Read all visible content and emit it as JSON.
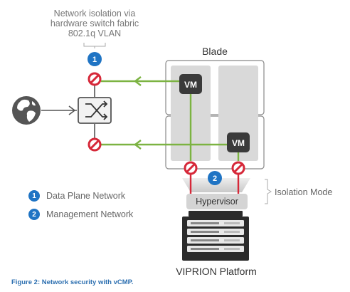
{
  "figure": {
    "note_lines": [
      "Network isolation via",
      "hardware switch fabric",
      "802.1q VLAN"
    ],
    "blade_label": "Blade",
    "vm_label": "VM",
    "hypervisor_label": "Hypervisor",
    "isolation_label": "Isolation Mode",
    "platform_label": "VIPRION Platform",
    "marker_1": "1",
    "marker_2": "2",
    "caption": "Figure 2: Network security with vCMP."
  },
  "legend": [
    {
      "number": "1",
      "label": "Data Plane Network"
    },
    {
      "number": "2",
      "label": "Management Network"
    }
  ],
  "colors": {
    "badge_blue": "#1f74c4",
    "link_green": "#7cb342",
    "mgmt_red": "#d62839",
    "caption_blue": "#2c6fb0"
  },
  "icons": [
    "globe-icon",
    "switch-icon",
    "no-entry-icon",
    "server-icon"
  ]
}
